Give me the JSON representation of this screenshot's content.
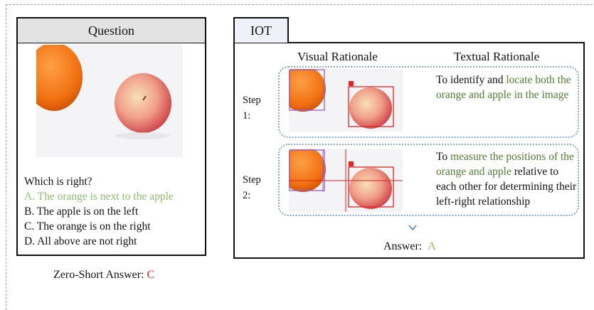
{
  "question": {
    "header": "Question",
    "prompt": "Which is right?",
    "options": [
      {
        "text": "A. The orange is next to the apple"
      },
      {
        "text": "B. The apple is on the left"
      },
      {
        "text": "C. The orange is on the right"
      },
      {
        "text": "D. All above are not right"
      }
    ]
  },
  "zero_shot": {
    "label": "Zero-Short Answer: ",
    "value": "C"
  },
  "iot": {
    "tab": "IOT",
    "visual_header": "Visual Rationale",
    "textual_header": "Textual Rationale",
    "steps": [
      {
        "label_line1": "Step",
        "label_line2": "1:",
        "t1": "To identify and ",
        "t2": "locate both the orange and apple in the image"
      },
      {
        "label_line1": "Step",
        "label_line2": "2:",
        "t1": "To ",
        "t2": "measure the positions of the orange and apple",
        "t3": " relative to each other for determining their left-right relationship"
      }
    ],
    "answer_label": "Answer:",
    "answer_value": "A"
  },
  "colors": {
    "correct": "#8cc06a",
    "rationale_highlight": "#4f7d32",
    "wrong": "#e02a1f",
    "step_border": "#7fa7d6"
  }
}
